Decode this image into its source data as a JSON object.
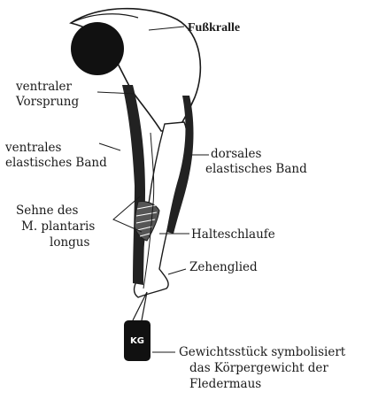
{
  "labels": {
    "fusskralle": "Fußkralle",
    "ventraler_vorsprung": [
      "ventraler",
      "Vorsprung"
    ],
    "ventrales_band": [
      "ventrales",
      "elastisches Band"
    ],
    "dorsales_band": [
      "dorsales",
      "elastisches Band"
    ],
    "sehne": [
      "Sehne des",
      "M. plantaris",
      "longus"
    ],
    "halteschlaufe": "Halteschlaufe",
    "zehenglied": "Zehenglied",
    "gewicht": [
      "Gewichtsstück symbolisiert",
      "das Körpergewicht der",
      "Fledermaus"
    ],
    "kg_mark": "KG"
  },
  "colors": {
    "ink": "#1a1a1a",
    "paper": "#ffffff",
    "band": "#222222"
  }
}
